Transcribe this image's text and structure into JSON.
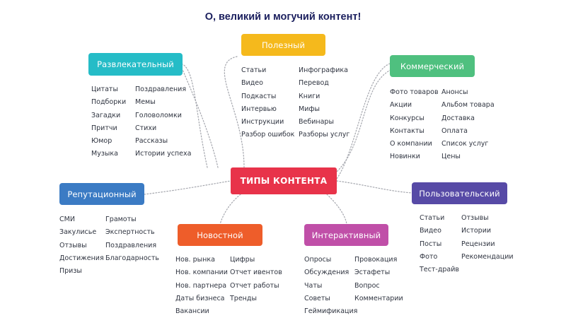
{
  "title": "О, великий и могучий контент!",
  "center": {
    "label": "ТИПЫ КОНТЕНТА",
    "color": "#e8334a"
  },
  "categories": [
    {
      "label": "Полезный",
      "color": "#f5b91c",
      "col1": [
        "Статьи",
        "Видео",
        "Подкасты",
        "Интервью",
        "Инструкции",
        "Разбор ошибок"
      ],
      "col2": [
        "Инфографика",
        "Перевод",
        "Книги",
        "Мифы",
        "Вебинары",
        "Разборы услуг"
      ]
    },
    {
      "label": "Развлекательный",
      "color": "#25bcc7",
      "col1": [
        "Цитаты",
        "Подборки",
        "Загадки",
        "Притчи",
        "Юмор",
        "Музыка"
      ],
      "col2": [
        "Поздравления",
        "Мемы",
        "Головоломки",
        "Стихи",
        "Рассказы",
        "Истории успеха"
      ]
    },
    {
      "label": "Коммерческий",
      "color": "#4fc07f",
      "col1": [
        "Фото товаров",
        "Акции",
        "Конкурсы",
        "Контакты",
        "О компании",
        "Новинки"
      ],
      "col2": [
        "Анонсы",
        "Альбом товара",
        "Доставка",
        "Оплата",
        "Список услуг",
        "Цены"
      ]
    },
    {
      "label": "Репутационный",
      "color": "#3b7bc4",
      "col1": [
        "СМИ",
        "Закулисье",
        "Отзывы",
        "Достижения",
        "Призы"
      ],
      "col2": [
        "Грамоты",
        "Экспертность",
        "Поздравления",
        "Благодарность"
      ]
    },
    {
      "label": "Пользовательский",
      "color": "#574aa6",
      "col1": [
        "Статьи",
        "Видео",
        "Посты",
        "Фото",
        "Тест-драйв"
      ],
      "col2": [
        "Отзывы",
        "Истории",
        "Рецензии",
        "Рекомендации"
      ]
    },
    {
      "label": "Новостной",
      "color": "#ee5d2a",
      "col1": [
        "Нов. рынка",
        "Нов. компании",
        "Нов. партнера",
        "Даты бизнеса",
        "Вакансии"
      ],
      "col2": [
        "Цифры",
        "Отчет ивентов",
        "Отчет работы",
        "Тренды"
      ]
    },
    {
      "label": "Интерактивный",
      "color": "#c04fa8",
      "col1": [
        "Опросы",
        "Обсуждения",
        "Чаты",
        "Советы",
        "Геймификация"
      ],
      "col2": [
        "Провокация",
        "Эстафеты",
        "Вопрос",
        "Комментарии"
      ]
    }
  ]
}
